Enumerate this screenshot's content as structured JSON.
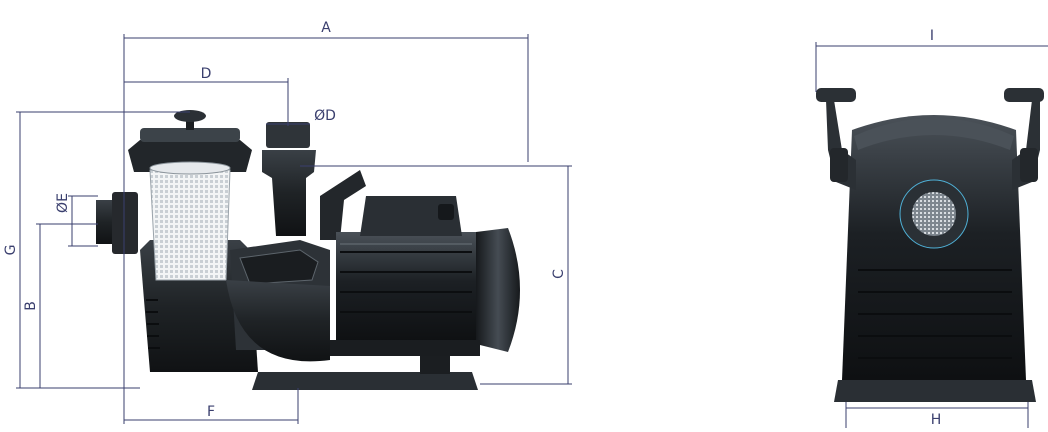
{
  "dimension_labels": {
    "A": "A",
    "D": "D",
    "D_diameter": "ØD",
    "E_diameter": "ØE",
    "G": "G",
    "B": "B",
    "C": "C",
    "F": "F",
    "I": "I",
    "H": "H"
  },
  "colors": {
    "line": "#3a3f6e",
    "pump_body": "#1f2326",
    "pump_dark": "#121416",
    "highlight": "#5a6268",
    "basket": "#e9ecef",
    "accent": "#4fb0d6"
  }
}
